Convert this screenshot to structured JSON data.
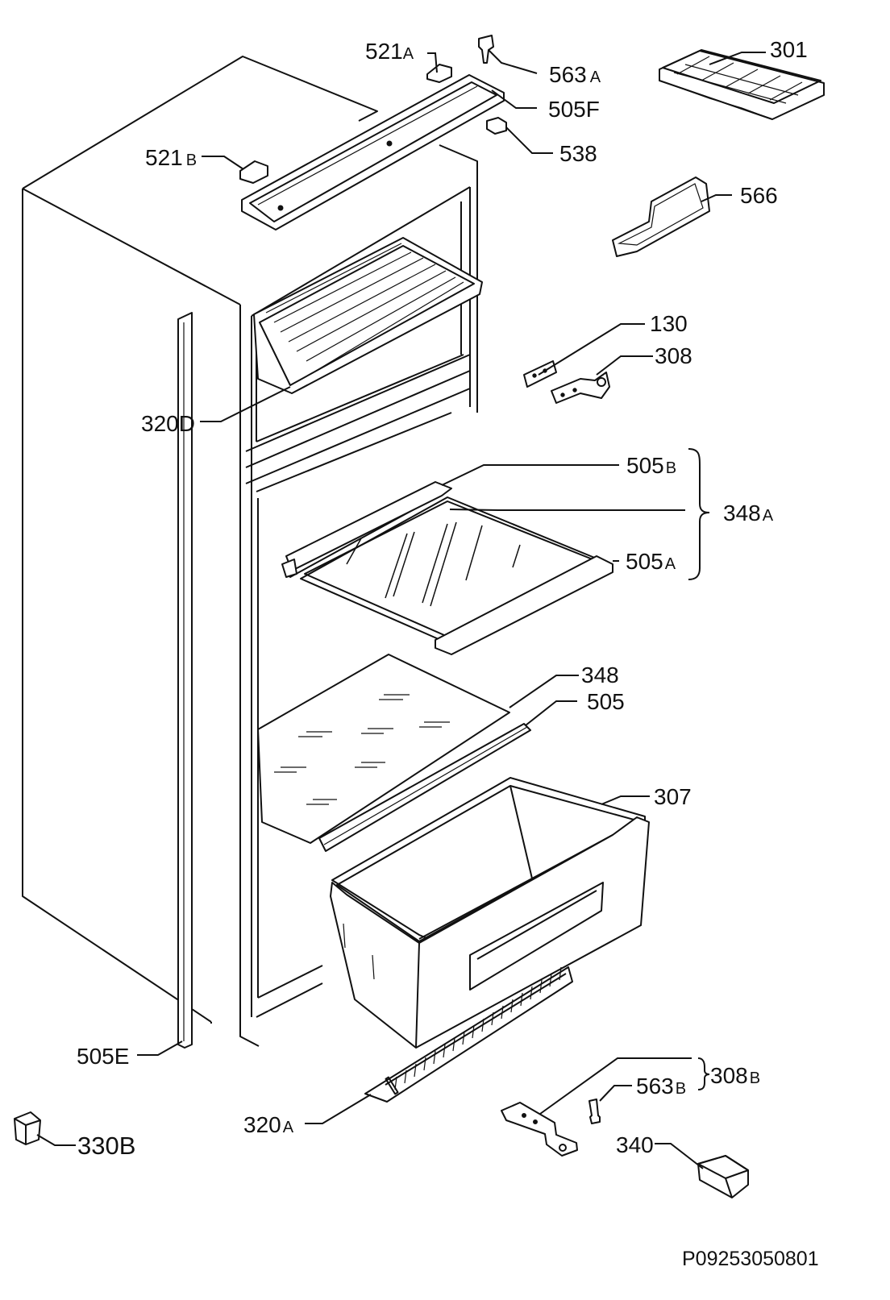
{
  "diagram": {
    "code": "P09253050801",
    "labels": {
      "l301": {
        "main": "301"
      },
      "l521a": {
        "main": "521",
        "suffix": "A"
      },
      "l563a": {
        "main": "563",
        "suffix": "A"
      },
      "l505f": {
        "main": "505F"
      },
      "l538": {
        "main": "538"
      },
      "l521b": {
        "main": "521",
        "suffix": "B"
      },
      "l566": {
        "main": "566"
      },
      "l130": {
        "main": "130"
      },
      "l308": {
        "main": "308"
      },
      "l320d": {
        "main": "320D"
      },
      "l505b": {
        "main": "505",
        "suffix": "B"
      },
      "l348a": {
        "main": "348",
        "suffix": "A"
      },
      "l505a": {
        "main": "505",
        "suffix": "A"
      },
      "l348": {
        "main": "348"
      },
      "l505": {
        "main": "505"
      },
      "l307": {
        "main": "307"
      },
      "l308b": {
        "main": "308",
        "suffix": "B"
      },
      "l563b": {
        "main": "563",
        "suffix": "B"
      },
      "l505e": {
        "main": "505E"
      },
      "l320a": {
        "main": "320",
        "suffix": "A"
      },
      "l330b": {
        "main": "330",
        "suffix": "B"
      },
      "l340": {
        "main": "340"
      }
    }
  }
}
